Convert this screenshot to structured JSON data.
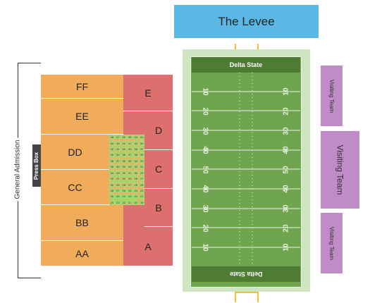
{
  "levee": "The Levee",
  "general_admission": "General Admission",
  "press_box": "Press Box",
  "home_sections": [
    "FF",
    "EE",
    "DD",
    "CC",
    "BB",
    "AA"
  ],
  "red_sections": [
    "E",
    "D",
    "C",
    "B",
    "A"
  ],
  "visiting": [
    "Visiting Team",
    "Visiting Team",
    "Visiting Team"
  ],
  "endzone_top": "Delta State",
  "endzone_bottom": "Delta State",
  "yard_lines": [
    "10",
    "20",
    "30",
    "40",
    "50",
    "40",
    "30",
    "20",
    "10"
  ],
  "seats": [
    [
      "48",
      "47",
      "46",
      "45",
      "44",
      "43"
    ],
    [
      "44",
      "43",
      "42",
      "41",
      "40",
      "39"
    ],
    [
      "42",
      "41",
      "40",
      "39",
      "38",
      "37"
    ],
    [
      "40",
      "39",
      "38",
      "37",
      "36",
      "35"
    ],
    [
      "38",
      "37",
      "36",
      "35",
      "34",
      "33"
    ],
    [
      "36",
      "35",
      "34",
      "33",
      "32",
      "31"
    ],
    [
      "34",
      "33",
      "32",
      "31",
      "30",
      "29"
    ],
    [
      "32",
      "31",
      "30",
      "29",
      "28",
      "27"
    ],
    [
      "30",
      "29",
      "28",
      "27",
      "26",
      "25"
    ],
    [
      "28",
      "27",
      "26",
      "25",
      "24",
      "23"
    ],
    [
      "26",
      "25",
      "24",
      "23",
      "22",
      "21"
    ],
    [
      "24",
      "23",
      "22",
      "21",
      "20",
      "19"
    ]
  ],
  "colors": {
    "levee": "#5bb8e6",
    "home": "#f0ac5a",
    "red": "#dd6f6f",
    "visiting": "#c18ac8",
    "field": "#70a550",
    "endzone": "#4f7c34",
    "seats": "#a8d672"
  }
}
